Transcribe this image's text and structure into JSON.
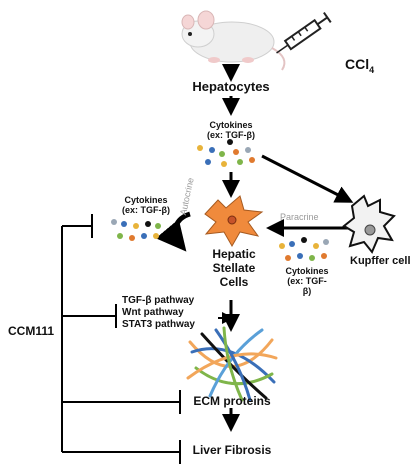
{
  "drug_label": "CCl",
  "drug_subscript": "4",
  "hepatocytes": "Hepatocytes",
  "cytokines_top": {
    "line1": "Cytokines",
    "line2": "(ex: TGF-β)"
  },
  "cytokines_left": {
    "line1": "Cytokines",
    "line2": "(ex: TGF-β)"
  },
  "cytokines_right": {
    "line1": "Cytokines",
    "line2": "(ex: TGF-",
    "line3": "β)"
  },
  "autocrine": "Autocrine",
  "paracrine": "Paracrine",
  "hsc": {
    "line1": "Hepatic",
    "line2": "Stellate",
    "line3": "Cells"
  },
  "kupffer": "Kupffer cell",
  "inhibitor": "CCM111",
  "pathways": [
    "TGF-β pathway",
    "Wnt pathway",
    "STAT3 pathway"
  ],
  "ecm": "ECM proteins",
  "fibrosis": "Liver Fibrosis",
  "colors": {
    "hsc_fill": "#f08a3c",
    "kupffer_fill": "#f2f2f2",
    "dot_palette": [
      "#e8b33a",
      "#3a6fb8",
      "#7fb54a",
      "#e07a2f",
      "#111111",
      "#9aa7b5"
    ],
    "fiber_palette": [
      "#f2a65a",
      "#3a6fb8",
      "#7fb54a",
      "#111111",
      "#5aa0d8"
    ]
  }
}
